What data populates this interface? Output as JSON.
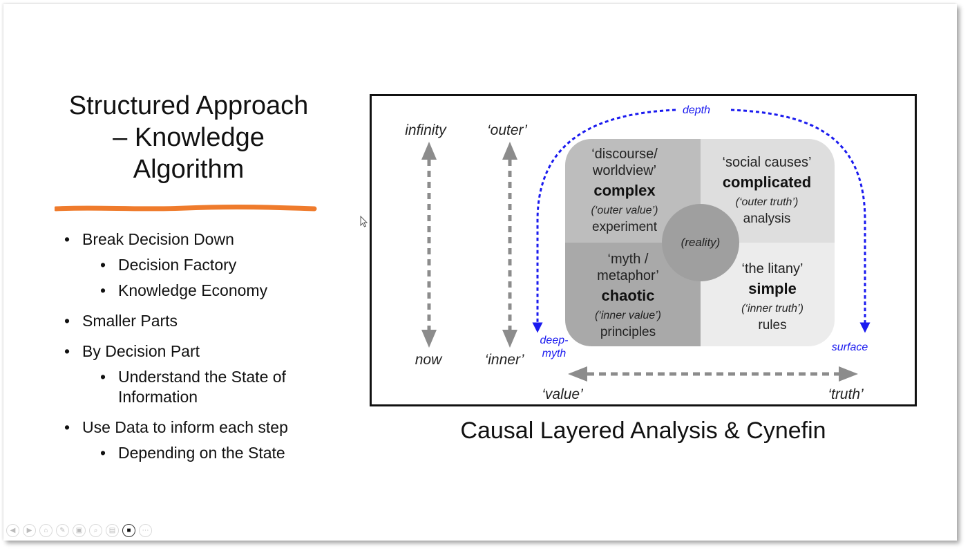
{
  "slide": {
    "title": "Structured Approach\n– Knowledge\nAlgorithm",
    "bullets": [
      {
        "text": "Break Decision Down",
        "level": 1
      },
      {
        "text": "Decision Factory",
        "level": 2
      },
      {
        "text": "Knowledge Economy",
        "level": 2
      },
      {
        "text": "Smaller Parts",
        "level": 1
      },
      {
        "text": "By Decision Part",
        "level": 1
      },
      {
        "text": "Understand the State of",
        "level": 2
      },
      {
        "text": "Information",
        "level": 2,
        "continuation": true
      },
      {
        "text": "Use Data to inform each step",
        "level": 1
      },
      {
        "text": "Depending on the State",
        "level": 2
      }
    ],
    "caption": "Causal Layered Analysis & Cynefin",
    "accent_color": "#ef7b2c"
  },
  "diagram": {
    "left_axis": {
      "top": "infinity",
      "bottom": "now"
    },
    "middle_axis": {
      "top": "‘outer’",
      "bottom": "‘inner’"
    },
    "bottom_axis": {
      "left": "‘value’",
      "right": "‘truth’"
    },
    "arc": {
      "label": "depth",
      "left_end": [
        "deep-",
        "myth"
      ],
      "right_end": "surface",
      "color": "#1a1aef"
    },
    "center": "(reality)",
    "quadrants": {
      "complex": {
        "quote": [
          "‘discourse/",
          "worldview’"
        ],
        "name": "complex",
        "sub": "(‘outer value’)",
        "method": "experiment",
        "color": "#bdbdbd"
      },
      "complicated": {
        "quote": [
          "‘social causes’"
        ],
        "name": "complicated",
        "sub": "(‘outer truth’)",
        "method": "analysis",
        "color": "#dedede"
      },
      "chaotic": {
        "quote": [
          "‘myth /",
          "metaphor’"
        ],
        "name": "chaotic",
        "sub": "(‘inner value’)",
        "method": "principles",
        "color": "#a9a9a9"
      },
      "simple": {
        "quote": [
          "‘the litany’"
        ],
        "name": "simple",
        "sub": "(‘inner truth’)",
        "method": "rules",
        "color": "#ececec"
      }
    }
  },
  "toolbar": {
    "buttons": [
      "previous-icon",
      "next-icon",
      "slides-icon",
      "pen-icon",
      "screens-icon",
      "zoom-icon",
      "subtitles-icon",
      "camera-icon",
      "more-icon"
    ],
    "glyphs": [
      "◀",
      "▶",
      "⌂",
      "✎",
      "▣",
      "⌕",
      "▤",
      "■",
      "⋯"
    ]
  }
}
